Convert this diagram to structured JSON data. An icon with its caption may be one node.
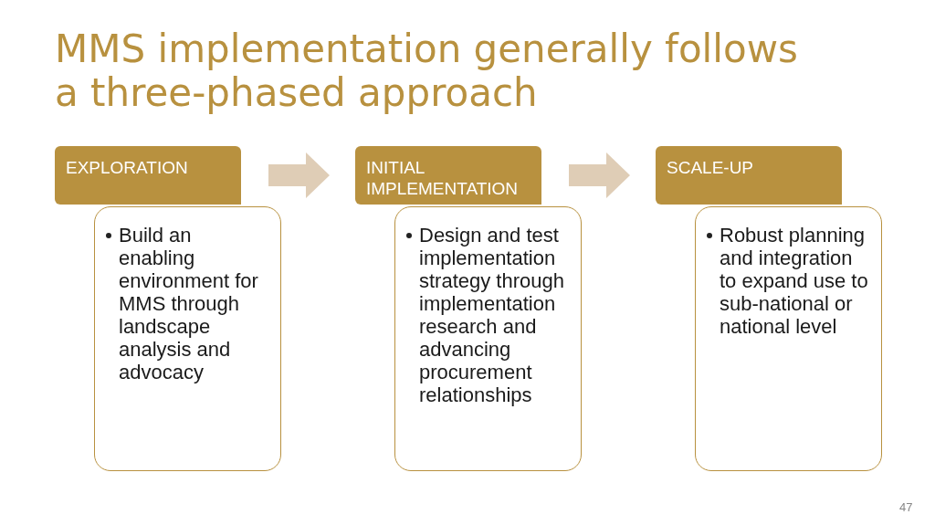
{
  "diagram": {
    "title": "MMS implementation generally follows a three-phased approach",
    "nodes": [
      {
        "text": [
          "EXPLORATION"
        ]
      },
      {
        "text": [
          "Build an enabling environment for MMS through landscape analysis and advocacy"
        ]
      },
      {
        "text": [
          "INITIAL IMPLEMENTATION"
        ]
      },
      {
        "text": [
          "Design and test implementation strategy through implementation research and advancing procurement relationships"
        ]
      },
      {
        "text": [
          "SCALE-UP"
        ]
      },
      {
        "text": [
          "Robust planning and integration to expand use to sub-national or national level"
        ]
      }
    ],
    "edges": [
      {
        "from": 0,
        "to": 2,
        "arrow": "to"
      },
      {
        "from": 2,
        "to": 4,
        "arrow": "to"
      }
    ],
    "labels": [
      "47"
    ]
  }
}
